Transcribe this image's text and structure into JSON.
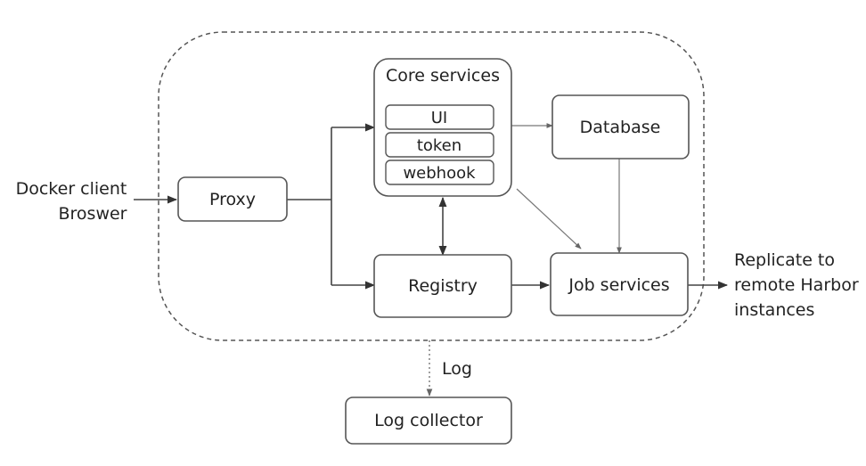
{
  "nodes": {
    "proxy": "Proxy",
    "core": "Core services",
    "core_items": [
      "UI",
      "token",
      "webhook"
    ],
    "database": "Database",
    "registry": "Registry",
    "job": "Job services",
    "log_collector": "Log collector"
  },
  "external": {
    "client_line1": "Docker client",
    "client_line2": "Broswer",
    "replicate_line1": "Replicate to",
    "replicate_line2": "remote Harbor",
    "replicate_line3": "instances"
  },
  "edges": {
    "log_label": "Log"
  },
  "colors": {
    "stroke": "#555555",
    "text": "#222222",
    "background": "#ffffff"
  }
}
